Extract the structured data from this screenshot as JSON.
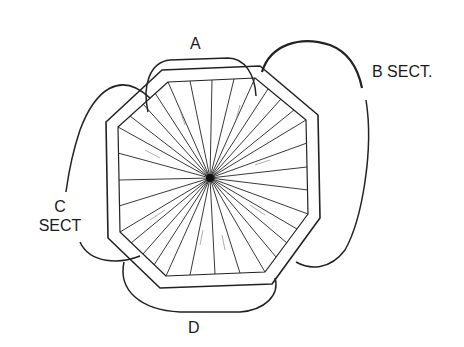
{
  "diagram": {
    "labels": [
      "A",
      "B SECT.",
      "C SECT",
      "D"
    ]
  }
}
